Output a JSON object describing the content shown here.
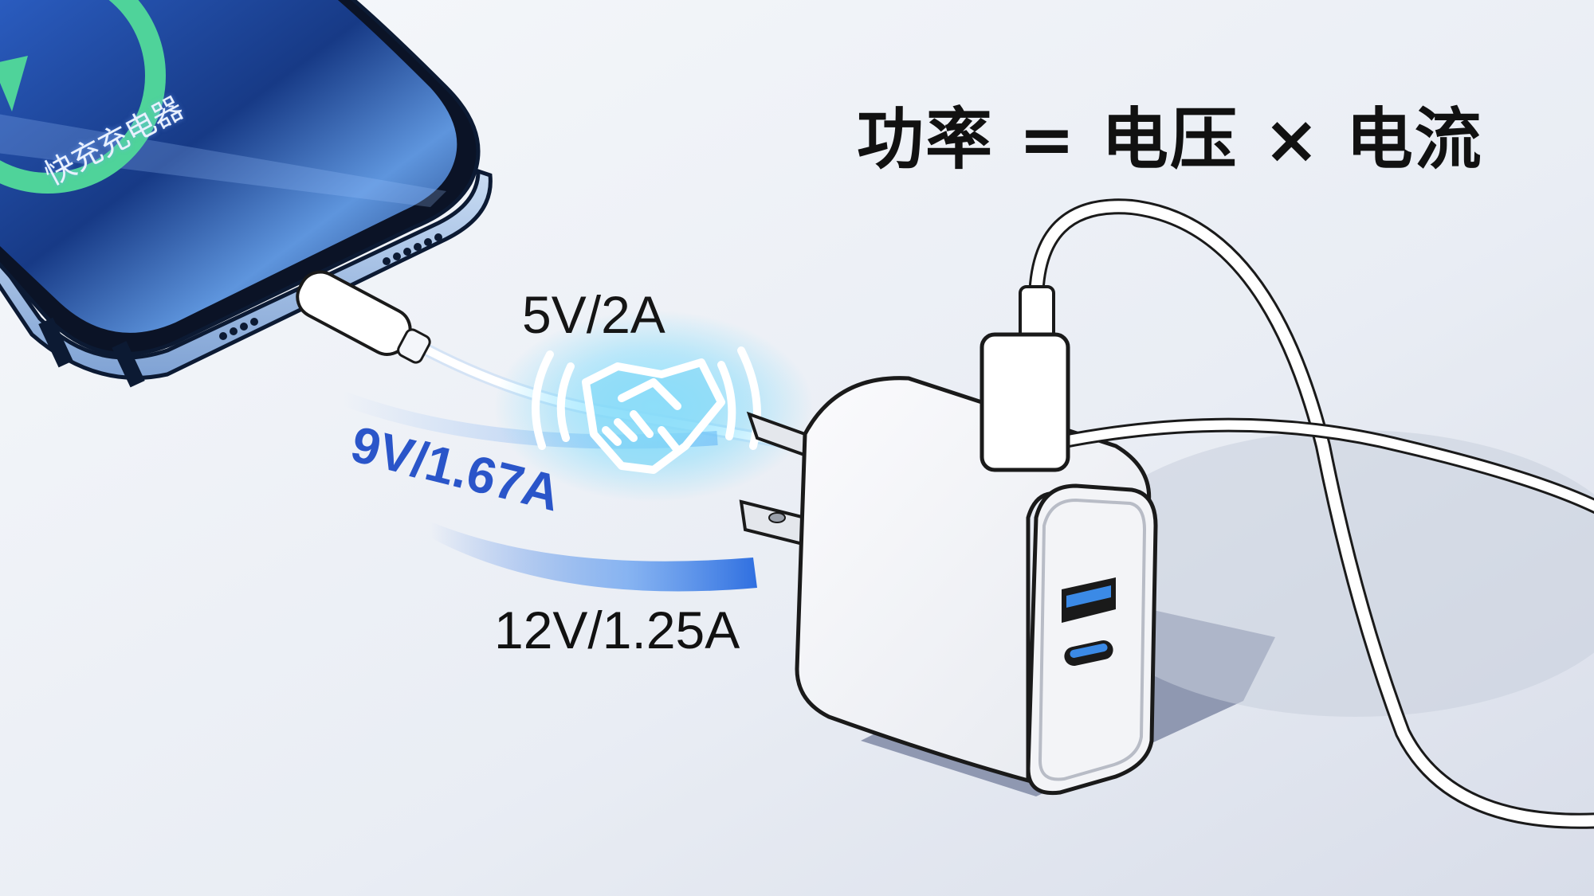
{
  "title": {
    "formula": "功率 = 电压 × 电流"
  },
  "phone": {
    "screen_text": "快充充电器",
    "ring_color": "#4fd39a",
    "screen_color": "#173a86",
    "frame_color": "#9fbde3"
  },
  "power_levels": [
    {
      "label": "5V/2A",
      "color": "#151515"
    },
    {
      "label": "9V/1.67A",
      "color": "#2a55c9"
    },
    {
      "label": "12V/1.25A",
      "color": "#111111"
    }
  ],
  "handshake": {
    "icon": "handshake-icon",
    "glow_color": "#5fd6ff"
  },
  "charger": {
    "ports": [
      {
        "type": "usb-a",
        "accent": "#3b8ae6"
      },
      {
        "type": "usb-c",
        "accent": "#3b8ae6"
      }
    ],
    "body_color": "#ffffff"
  },
  "colors": {
    "background": "#eef1f6",
    "arc_blue": "#2f6fe0",
    "shadow": "#8089a6"
  }
}
